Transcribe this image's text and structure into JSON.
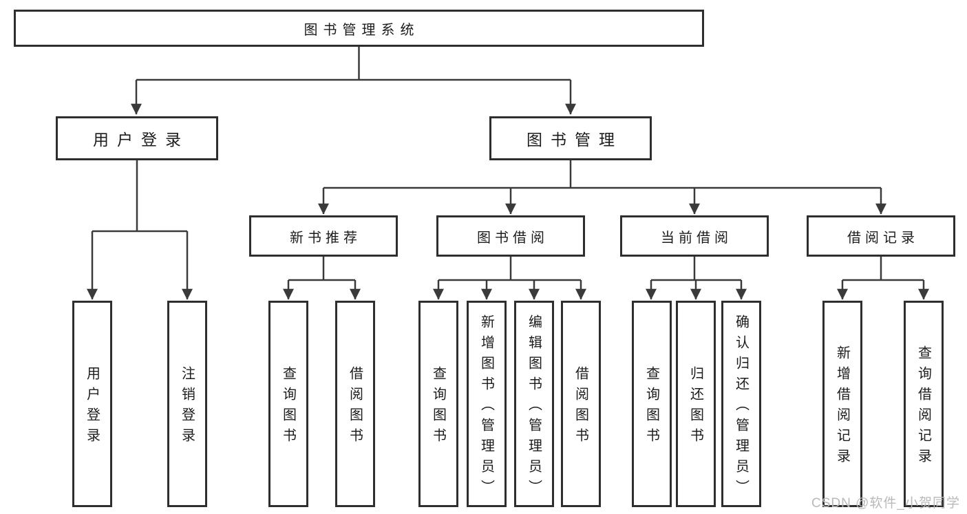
{
  "diagram": {
    "root": {
      "label": "图书管理系统"
    },
    "user_login": {
      "label": "用户登录",
      "children": [
        {
          "label": "用户登录"
        },
        {
          "label": "注销登录"
        }
      ]
    },
    "book_mgmt": {
      "label": "图书管理",
      "groups": [
        {
          "label": "新书推荐",
          "children": [
            {
              "label": "查询图书"
            },
            {
              "label": "借阅图书"
            }
          ]
        },
        {
          "label": "图书借阅",
          "children": [
            {
              "label": "查询图书"
            },
            {
              "label": "新增图书（管理员）"
            },
            {
              "label": "编辑图书（管理员）"
            },
            {
              "label": "借阅图书"
            }
          ]
        },
        {
          "label": "当前借阅",
          "children": [
            {
              "label": "查询图书"
            },
            {
              "label": "归还图书"
            },
            {
              "label": "确认归还（管理员）"
            }
          ]
        },
        {
          "label": "借阅记录",
          "children": [
            {
              "label": "新增借阅记录"
            },
            {
              "label": "查询借阅记录"
            }
          ]
        }
      ]
    }
  },
  "watermark": {
    "text": "CSDN @软件_小贺同学"
  },
  "colors": {
    "background": "#ffffff",
    "box_border": "#2e2e2e",
    "line": "#3a3a3a",
    "text": "#1c1c1c",
    "watermark": "#b9b9b9"
  }
}
